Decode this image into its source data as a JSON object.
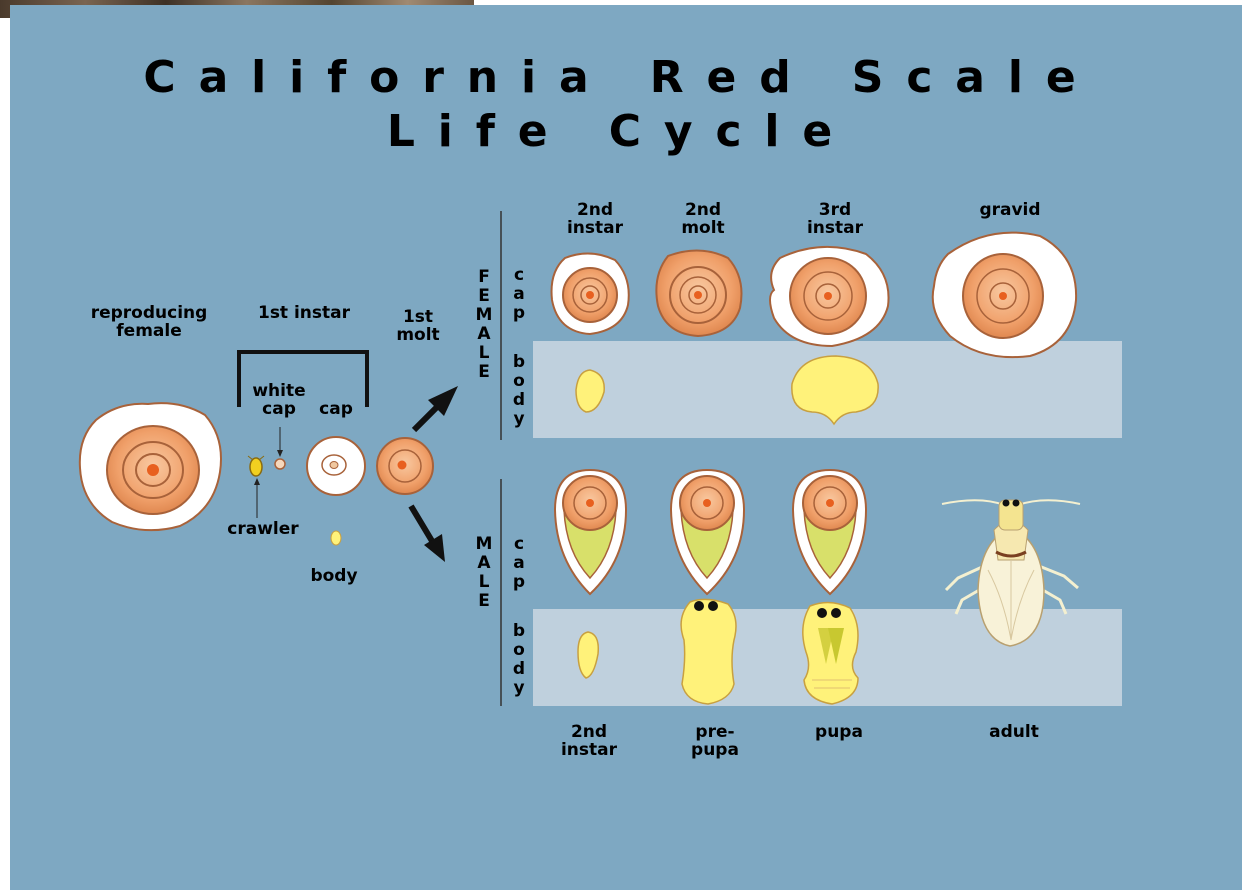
{
  "title": {
    "line1": "California Red Scale",
    "line2": "Life Cycle"
  },
  "left_stages": {
    "reproducing_female": "reproducing\nfemale",
    "first_instar": "1st instar",
    "first_molt": "1st\nmolt",
    "white_cap": "white\ncap",
    "cap": "cap",
    "crawler": "crawler",
    "body": "body"
  },
  "female_row": {
    "sex_label": "FEMALE",
    "cap_label": "cap",
    "body_label": "body",
    "stages": [
      "2nd\ninstar",
      "2nd\nmolt",
      "3rd\ninstar",
      "gravid"
    ]
  },
  "male_row": {
    "sex_label": "MALE",
    "cap_label": "cap",
    "body_label": "body",
    "stages": [
      "2nd\ninstar",
      "pre-\npupa",
      "pupa",
      "adult"
    ]
  },
  "colors": {
    "slide_background": "#7ea8c2",
    "body_band": "#bfd0dd",
    "white_cover": "#ffffff",
    "cap_orange": "#f0a06a",
    "cap_center": "#e8601f",
    "body_yellow": "#fff27a",
    "outline_brown": "#a8623a",
    "arrow": "#111111"
  }
}
